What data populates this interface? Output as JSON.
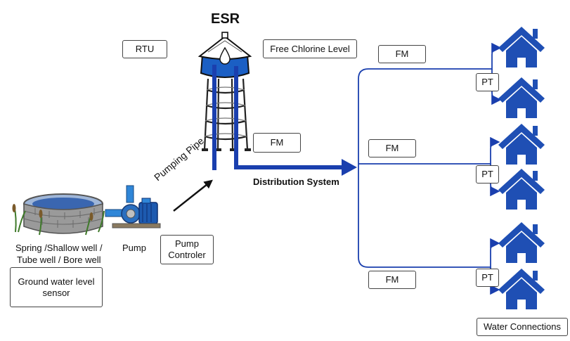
{
  "title": "ESR",
  "labels": {
    "rtu": "RTU",
    "free_chlorine": "Free Chlorine Level",
    "fm_tower": "FM",
    "fm_top": "FM",
    "fm_mid": "FM",
    "fm_bottom": "FM",
    "pt_top": "PT",
    "pt_mid": "PT",
    "pt_bottom": "PT",
    "pumping_pipe": "Pumping Pipe",
    "distribution_system": "Distribution System",
    "source_line1": "Spring /Shallow well /",
    "source_line2": "Tube well / Bore well",
    "pump": "Pump",
    "pump_controller_line1": "Pump",
    "pump_controller_line2": "Controler",
    "gw_sensor_line1": "Ground water level",
    "gw_sensor_line2": "sensor",
    "water_connections": "Water  Connections"
  },
  "colors": {
    "pipe_blue": "#1a3fae",
    "house_blue": "#1f4fb4",
    "tank_blue": "#1b5fc4",
    "arrow_black": "#111111"
  },
  "icons": [
    "water-tower-icon",
    "house-icon",
    "well-icon",
    "pump-icon",
    "water-drop-icon"
  ]
}
